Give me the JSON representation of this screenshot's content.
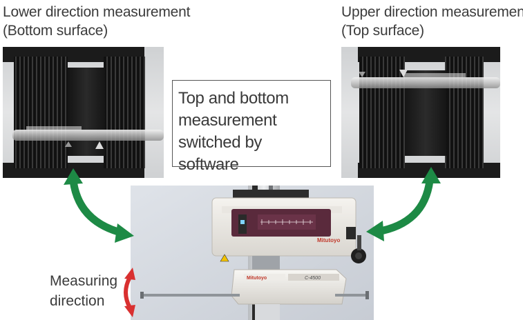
{
  "labels": {
    "lower": [
      "Lower direction measurement",
      "(Bottom surface)"
    ],
    "upper": [
      "Upper direction measurement",
      "(Top surface)"
    ]
  },
  "callout": {
    "lines": [
      "Top and bottom",
      "measurement",
      "switched by software"
    ]
  },
  "direction_label": {
    "lines": [
      "Measuring",
      "direction"
    ]
  },
  "device": {
    "brand_front": "Mitutoyo",
    "brand_detector": "Mitutoyo",
    "model": "C-4500"
  },
  "colors": {
    "green_arrow": "#1d8a45",
    "red_arrow": "#d93030",
    "text": "#3b3b3b"
  }
}
